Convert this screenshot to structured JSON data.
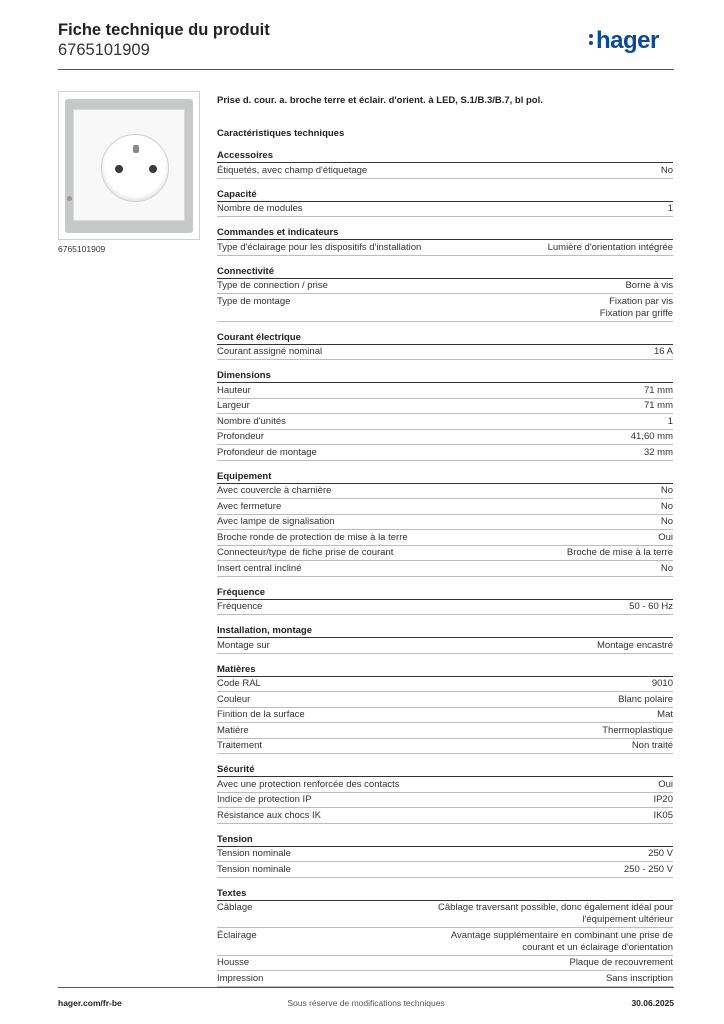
{
  "header": {
    "title": "Fiche technique du produit",
    "product_code": "6765101909",
    "logo_text": "hager",
    "brand_color": "#0a4a9c"
  },
  "image": {
    "caption": "6765101909",
    "icon": "socket-outlet-icon"
  },
  "product_description": "Prise d. cour. a. broche terre et éclair. d'orient. à LED, S.1/B.3/B.7, bl pol.",
  "tech_heading": "Caractéristiques techniques",
  "sections": [
    {
      "title": "Accessoires",
      "rows": [
        {
          "label": "Étiquetés, avec champ d'étiquetage",
          "value": "No"
        }
      ]
    },
    {
      "title": "Capacité",
      "rows": [
        {
          "label": "Nombre de modules",
          "value": "1"
        }
      ]
    },
    {
      "title": "Commandes et indicateurs",
      "rows": [
        {
          "label": "Type d'éclairage pour les dispositifs d'installation",
          "value": "Lumière d'orientation intégrée"
        }
      ]
    },
    {
      "title": "Connectivité",
      "rows": [
        {
          "label": "Type de connection / prise",
          "value": "Borne à vis"
        },
        {
          "label": "Type de montage",
          "value": "Fixation par vis\nFixation par griffe"
        }
      ]
    },
    {
      "title": "Courant électrique",
      "rows": [
        {
          "label": "Courant assigné nominal",
          "value": "16 A"
        }
      ]
    },
    {
      "title": "Dimensions",
      "rows": [
        {
          "label": "Hauteur",
          "value": "71 mm"
        },
        {
          "label": "Largeur",
          "value": "71 mm"
        },
        {
          "label": "Nombre d'unités",
          "value": "1"
        },
        {
          "label": "Profondeur",
          "value": "41,60 mm"
        },
        {
          "label": "Profondeur de montage",
          "value": "32 mm"
        }
      ]
    },
    {
      "title": "Equipement",
      "rows": [
        {
          "label": "Avec couvercle à charnière",
          "value": "No"
        },
        {
          "label": "Avec fermeture",
          "value": "No"
        },
        {
          "label": "Avec lampe de signalisation",
          "value": "No"
        },
        {
          "label": "Broche ronde de protection de mise à la terre",
          "value": "Oui"
        },
        {
          "label": "Connecteur/type de fiche prise de courant",
          "value": "Broche de mise à la terre"
        },
        {
          "label": "Insert central incliné",
          "value": "No"
        }
      ]
    },
    {
      "title": "Fréquence",
      "rows": [
        {
          "label": "Fréquence",
          "value": "50 - 60 Hz"
        }
      ]
    },
    {
      "title": "Installation, montage",
      "rows": [
        {
          "label": "Montage sur",
          "value": "Montage encastré"
        }
      ]
    },
    {
      "title": "Matières",
      "rows": [
        {
          "label": "Code RAL",
          "value": "9010"
        },
        {
          "label": "Couleur",
          "value": "Blanc polaire"
        },
        {
          "label": "Finition de la surface",
          "value": "Mat"
        },
        {
          "label": "Matière",
          "value": "Thermoplastique"
        },
        {
          "label": "Traitement",
          "value": "Non traité"
        }
      ]
    },
    {
      "title": "Sécurité",
      "rows": [
        {
          "label": "Avec une protection renforcée des contacts",
          "value": "Oui"
        },
        {
          "label": "Indice de protection IP",
          "value": "IP20"
        },
        {
          "label": "Résistance aux chocs IK",
          "value": "IK05"
        }
      ]
    },
    {
      "title": "Tension",
      "rows": [
        {
          "label": "Tension nominale",
          "value": "250 V"
        },
        {
          "label": "Tension nominale",
          "value": "250 - 250 V"
        }
      ]
    },
    {
      "title": "Textes",
      "rows": [
        {
          "label": "Câblage",
          "value": "Câblage traversant possible, donc également idéal pour\nl'équipement ultérieur"
        },
        {
          "label": "Éclairage",
          "value": "Avantage supplémentaire en combinant une prise de\ncourant et un éclairage d'orientation"
        },
        {
          "label": "Housse",
          "value": "Plaque de recouvrement"
        },
        {
          "label": "Impression",
          "value": "Sans inscription"
        }
      ]
    }
  ],
  "footer": {
    "website": "hager.com/fr-be",
    "disclaimer": "Sous réserve de modifications techniques",
    "date": "30.06.2025"
  }
}
